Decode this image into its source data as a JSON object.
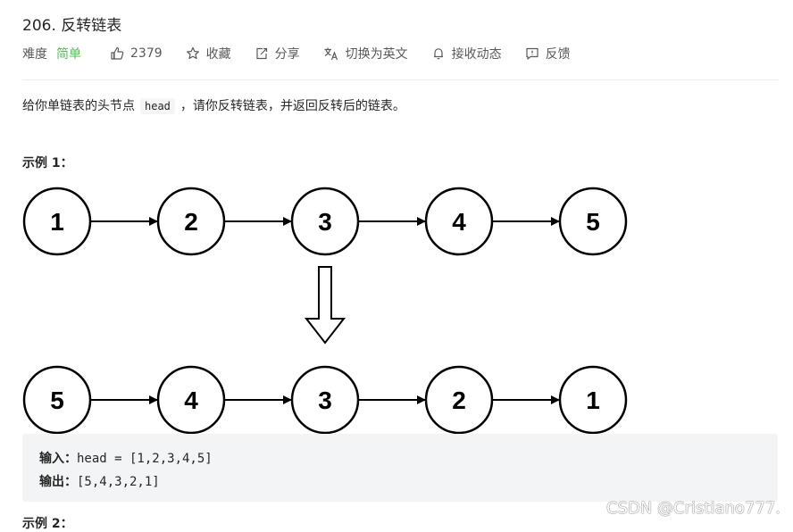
{
  "problem": {
    "number_title": "206. 反转链表",
    "difficulty_label": "难度",
    "difficulty": "简单",
    "likes": "2379",
    "favorite_label": "收藏",
    "share_label": "分享",
    "translate_label": "切换为英文",
    "subscribe_label": "接收动态",
    "feedback_label": "反馈"
  },
  "description": {
    "before": "给你单链表的头节点",
    "code": "head",
    "after": "，请你反转链表，并返回反转后的链表。"
  },
  "example1": {
    "title": "示例 1：",
    "input_nodes": [
      "1",
      "2",
      "3",
      "4",
      "5"
    ],
    "output_nodes": [
      "5",
      "4",
      "3",
      "2",
      "1"
    ],
    "input_label": "输入：",
    "input_value": "head = [1,2,3,4,5]",
    "output_label": "输出：",
    "output_value": "[5,4,3,2,1]"
  },
  "example2": {
    "title": "示例 2："
  },
  "watermark": "CSDN @Cristiano777."
}
